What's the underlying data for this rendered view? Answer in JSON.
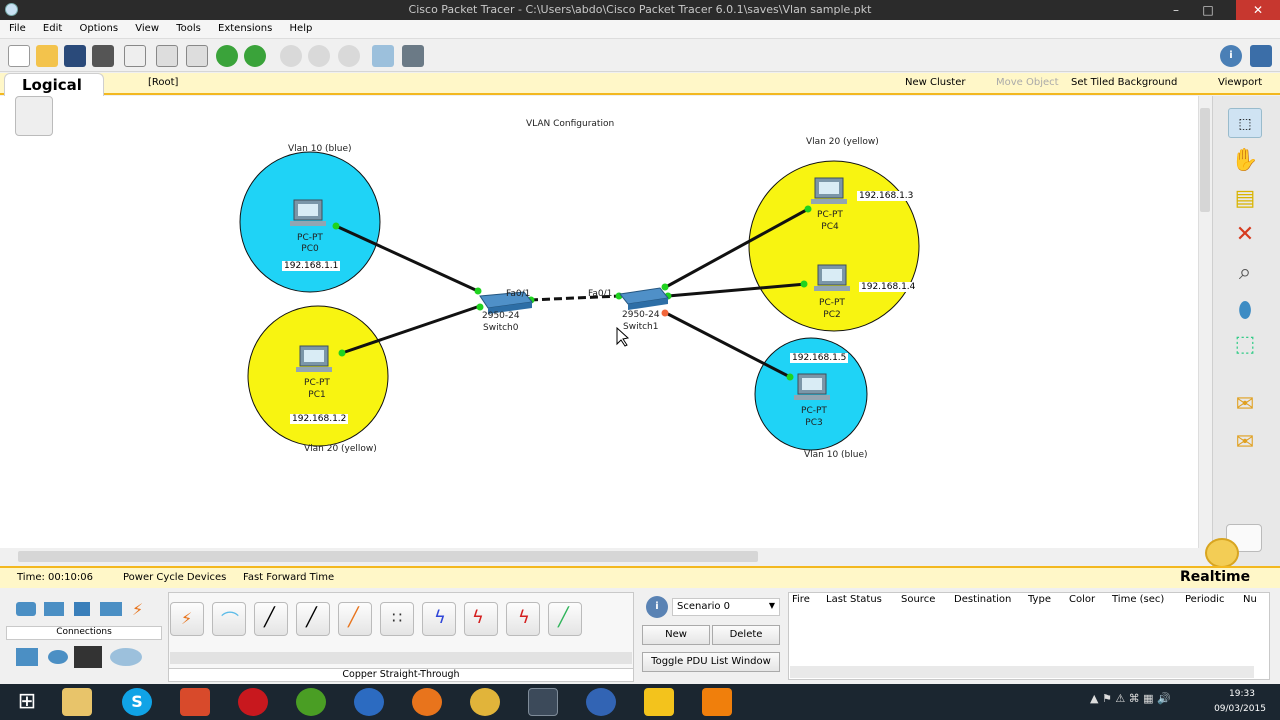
{
  "window": {
    "title": "Cisco Packet Tracer - C:\\Users\\abdo\\Cisco Packet Tracer 6.0.1\\saves\\Vlan sample.pkt",
    "min": "–",
    "max": "□",
    "close": "✕"
  },
  "menu": [
    "File",
    "Edit",
    "Options",
    "View",
    "Tools",
    "Extensions",
    "Help"
  ],
  "logicalbar": {
    "tab": "Logical",
    "root": "[Root]",
    "new_cluster": "New Cluster",
    "move_object": "Move Object",
    "set_tiled_background": "Set Tiled Background",
    "viewport": "Viewport"
  },
  "workspace": {
    "title": "VLAN Configuration",
    "zones": [
      {
        "label": "Vlan 10 (blue)"
      },
      {
        "label": "Vlan 20 (yellow)"
      },
      {
        "label": "Vlan 20 (yellow)"
      },
      {
        "label": "Vlan 10 (blue)"
      }
    ],
    "pcs": [
      {
        "type": "PC-PT",
        "name": "PC0",
        "ip": "192.168.1.1"
      },
      {
        "type": "PC-PT",
        "name": "PC1",
        "ip": "192.168.1.2"
      },
      {
        "type": "PC-PT",
        "name": "PC4",
        "ip": "192.168.1.3"
      },
      {
        "type": "PC-PT",
        "name": "PC2",
        "ip": "192.168.1.4"
      },
      {
        "type": "PC-PT",
        "name": "PC3",
        "ip": "192.168.1.5"
      }
    ],
    "switches": [
      {
        "model": "2950-24",
        "name": "Switch0",
        "port": "Fa0/1"
      },
      {
        "model": "2950-24",
        "name": "Switch1",
        "port": "Fa0/1"
      }
    ],
    "colors": {
      "vlan10": "#1fd3f6",
      "vlan20": "#f8f411",
      "link": "#111111",
      "port_up": "#1fd31f",
      "port_down": "#f2663a"
    }
  },
  "status": {
    "time": "Time: 00:10:06",
    "power_cycle": "Power Cycle Devices",
    "fast_forward": "Fast Forward Time",
    "mode": "Realtime"
  },
  "bottom": {
    "category_label": "Connections",
    "connection_label": "Copper Straight-Through",
    "scenario": "Scenario 0",
    "new_btn": "New",
    "delete_btn": "Delete",
    "toggle_btn": "Toggle PDU List Window",
    "pdu_columns": [
      "Fire",
      "Last Status",
      "Source",
      "Destination",
      "Type",
      "Color",
      "Time (sec)",
      "Periodic",
      "Nu"
    ]
  },
  "taskbar": {
    "time": "19:33",
    "date": "09/03/2015"
  }
}
